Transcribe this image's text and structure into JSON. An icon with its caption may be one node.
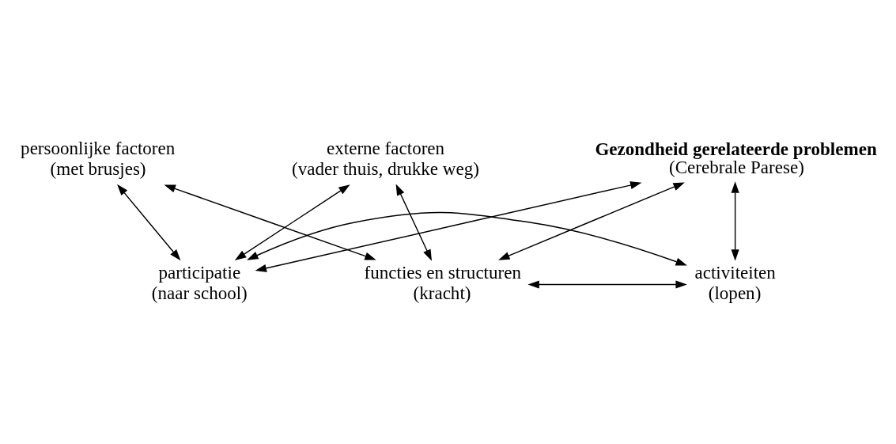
{
  "diagram": {
    "nodes": [
      {
        "text": [
          "Gezondheid gerelateerde problemen",
          "(Cerebrale Parese)"
        ]
      },
      {
        "text": [
          "functies en structuren",
          "(kracht)"
        ]
      },
      {
        "text": [
          "activiteiten",
          "(lopen)"
        ]
      },
      {
        "text": [
          "participatie",
          "(naar school)"
        ]
      },
      {
        "text": [
          "externe factoren",
          "(vader thuis, drukke weg)"
        ]
      },
      {
        "text": [
          "persoonlijke factoren",
          "(met brusjes)"
        ]
      }
    ],
    "edges": [
      {
        "from": 0,
        "to": 1,
        "arrow": "both"
      },
      {
        "from": 0,
        "to": 2,
        "arrow": "both"
      },
      {
        "from": 0,
        "to": 3,
        "arrow": "both"
      },
      {
        "from": 1,
        "to": 2,
        "arrow": "both"
      },
      {
        "from": 2,
        "to": 3,
        "arrow": "both"
      },
      {
        "from": 4,
        "to": 1,
        "arrow": "both"
      },
      {
        "from": 4,
        "to": 3,
        "arrow": "both"
      },
      {
        "from": 5,
        "to": 1,
        "arrow": "both"
      },
      {
        "from": 5,
        "to": 3,
        "arrow": "both"
      }
    ]
  }
}
